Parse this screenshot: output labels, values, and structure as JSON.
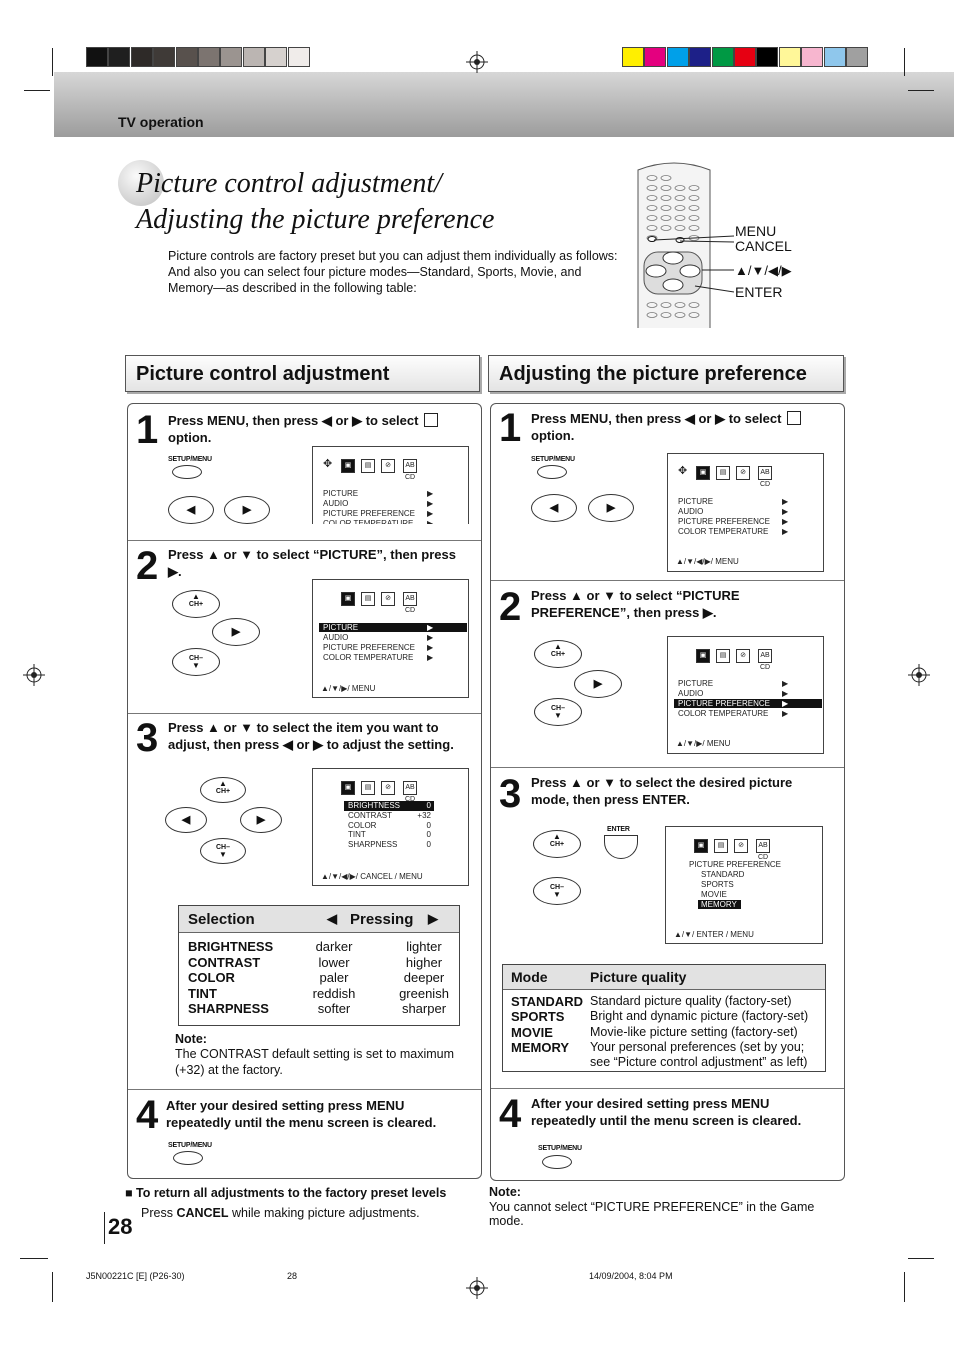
{
  "header": {
    "section": "TV operation"
  },
  "title": {
    "line1": "Picture control adjustment/",
    "line2": "Adjusting the picture preference"
  },
  "intro": {
    "line1": "Picture controls are factory preset but you can adjust them individually as follows:",
    "line2": "And also you can select four picture modes—Standard, Sports, Movie, and",
    "line3": "Memory—as described in the following table:"
  },
  "remote_labels": {
    "menu": "MENU",
    "cancel": "CANCEL",
    "arrows": "▲/▼/◀/▶",
    "enter": "ENTER"
  },
  "left": {
    "heading": "Picture control adjustment",
    "steps": [
      {
        "num": "1",
        "text1": "Press MENU, then press ◀ or ▶ to select",
        "text2": "option."
      },
      {
        "num": "2",
        "text1": "Press ▲ or ▼ to select “PICTURE”, then press",
        "text2": "▶."
      },
      {
        "num": "3",
        "text1": "Press ▲ or ▼ to select the item you want to",
        "text2": "adjust, then press ◀ or ▶ to adjust the setting."
      },
      {
        "num": "4",
        "text1": "After your desired setting press MENU",
        "text2": "repeatedly until the menu screen is cleared."
      }
    ],
    "menu_items": [
      "PICTURE",
      "AUDIO",
      "PICTURE  PREFERENCE",
      "COLOR  TEMPERATURE"
    ],
    "screen1_footer": "",
    "screen2_footer": "▲/▼/▶/ MENU",
    "screen3": {
      "items": [
        {
          "name": "BRIGHTNESS",
          "value": "0"
        },
        {
          "name": "CONTRAST",
          "value": "+32"
        },
        {
          "name": "COLOR",
          "value": "0"
        },
        {
          "name": "TINT",
          "value": "0"
        },
        {
          "name": "SHARPNESS",
          "value": "0"
        }
      ],
      "footer": "▲/▼/◀/▶/ CANCEL / MENU"
    },
    "table": {
      "col1": "Selection",
      "col2": "Pressing",
      "rows": [
        {
          "sel": "BRIGHTNESS",
          "left": "darker",
          "right": "lighter"
        },
        {
          "sel": "CONTRAST",
          "left": "lower",
          "right": "higher"
        },
        {
          "sel": "COLOR",
          "left": "paler",
          "right": "deeper"
        },
        {
          "sel": "TINT",
          "left": "reddish",
          "right": "greenish"
        },
        {
          "sel": "SHARPNESS",
          "left": "softer",
          "right": "sharper"
        }
      ]
    },
    "note": {
      "label": "Note:",
      "line1": "The CONTRAST default setting is set to maximum",
      "line2": "(+32) at the factory."
    },
    "return_note": {
      "bullet": "■",
      "title": "To return all adjustments to the factory preset levels",
      "press": "Press ",
      "cancel": "CANCEL",
      "rest": " while making picture adjustments."
    }
  },
  "right": {
    "heading": "Adjusting the picture preference",
    "steps": [
      {
        "num": "1",
        "text1": "Press MENU, then press ◀ or ▶ to select",
        "text2": "option."
      },
      {
        "num": "2",
        "text1": "Press ▲ or ▼ to select “PICTURE",
        "text2": "PREFERENCE”, then press ▶."
      },
      {
        "num": "3",
        "text1": "Press ▲ or ▼ to select the desired picture",
        "text2": "mode, then press ENTER."
      },
      {
        "num": "4",
        "text1": "After your desired setting press MENU",
        "text2": "repeatedly until the menu screen is cleared."
      }
    ],
    "screen1_footer": "▲/▼/◀/▶/ MENU",
    "screen2_footer": "▲/▼/▶/ MENU",
    "screen3": {
      "title": "PICTURE PREFERENCE",
      "modes": [
        "STANDARD",
        "SPORTS",
        "MOVIE",
        "MEMORY"
      ],
      "footer": "▲/▼/ ENTER / MENU"
    },
    "table": {
      "col1": "Mode",
      "col2": "Picture quality",
      "rows": [
        {
          "mode": "STANDARD",
          "desc": "Standard picture quality (factory-set)"
        },
        {
          "mode": "SPORTS",
          "desc": "Bright and dynamic picture (factory-set)"
        },
        {
          "mode": "MOVIE",
          "desc": "Movie-like picture setting (factory-set)"
        },
        {
          "mode": "MEMORY",
          "desc": "Your personal preferences (set by you;"
        },
        {
          "mode": "",
          "desc": "see “Picture control adjustment” as left)"
        }
      ]
    },
    "note": {
      "label": "Note:",
      "line1": "You cannot select “PICTURE PREFERENCE” in the Game",
      "line2": "mode."
    }
  },
  "buttons": {
    "setup_menu": "SETUP/MENU",
    "ch_up": "CH+",
    "ch_down": "CH–",
    "enter": "ENTER",
    "icon_ab": "AB CD"
  },
  "page_number": "28",
  "footer": {
    "file": "J5N00221C [E] (P26-30)",
    "page": "28",
    "date": "14/09/2004, 8:04 PM"
  },
  "colors": {
    "band": "#b5b5b5",
    "swatches_gray": [
      "#111111",
      "#1f1f1f",
      "#2e2a28",
      "#3f3a37",
      "#58514d",
      "#7c7470",
      "#9b9490",
      "#bbb5b2",
      "#d6d1ce",
      "#f0ecea"
    ],
    "swatches_color": [
      "#ffef00",
      "#e4007f",
      "#00a0e9",
      "#1d2088",
      "#009944",
      "#e60012",
      "#000000",
      "#fff799",
      "#f7b6cf",
      "#8fc7ec",
      "#a0a0a0"
    ]
  }
}
